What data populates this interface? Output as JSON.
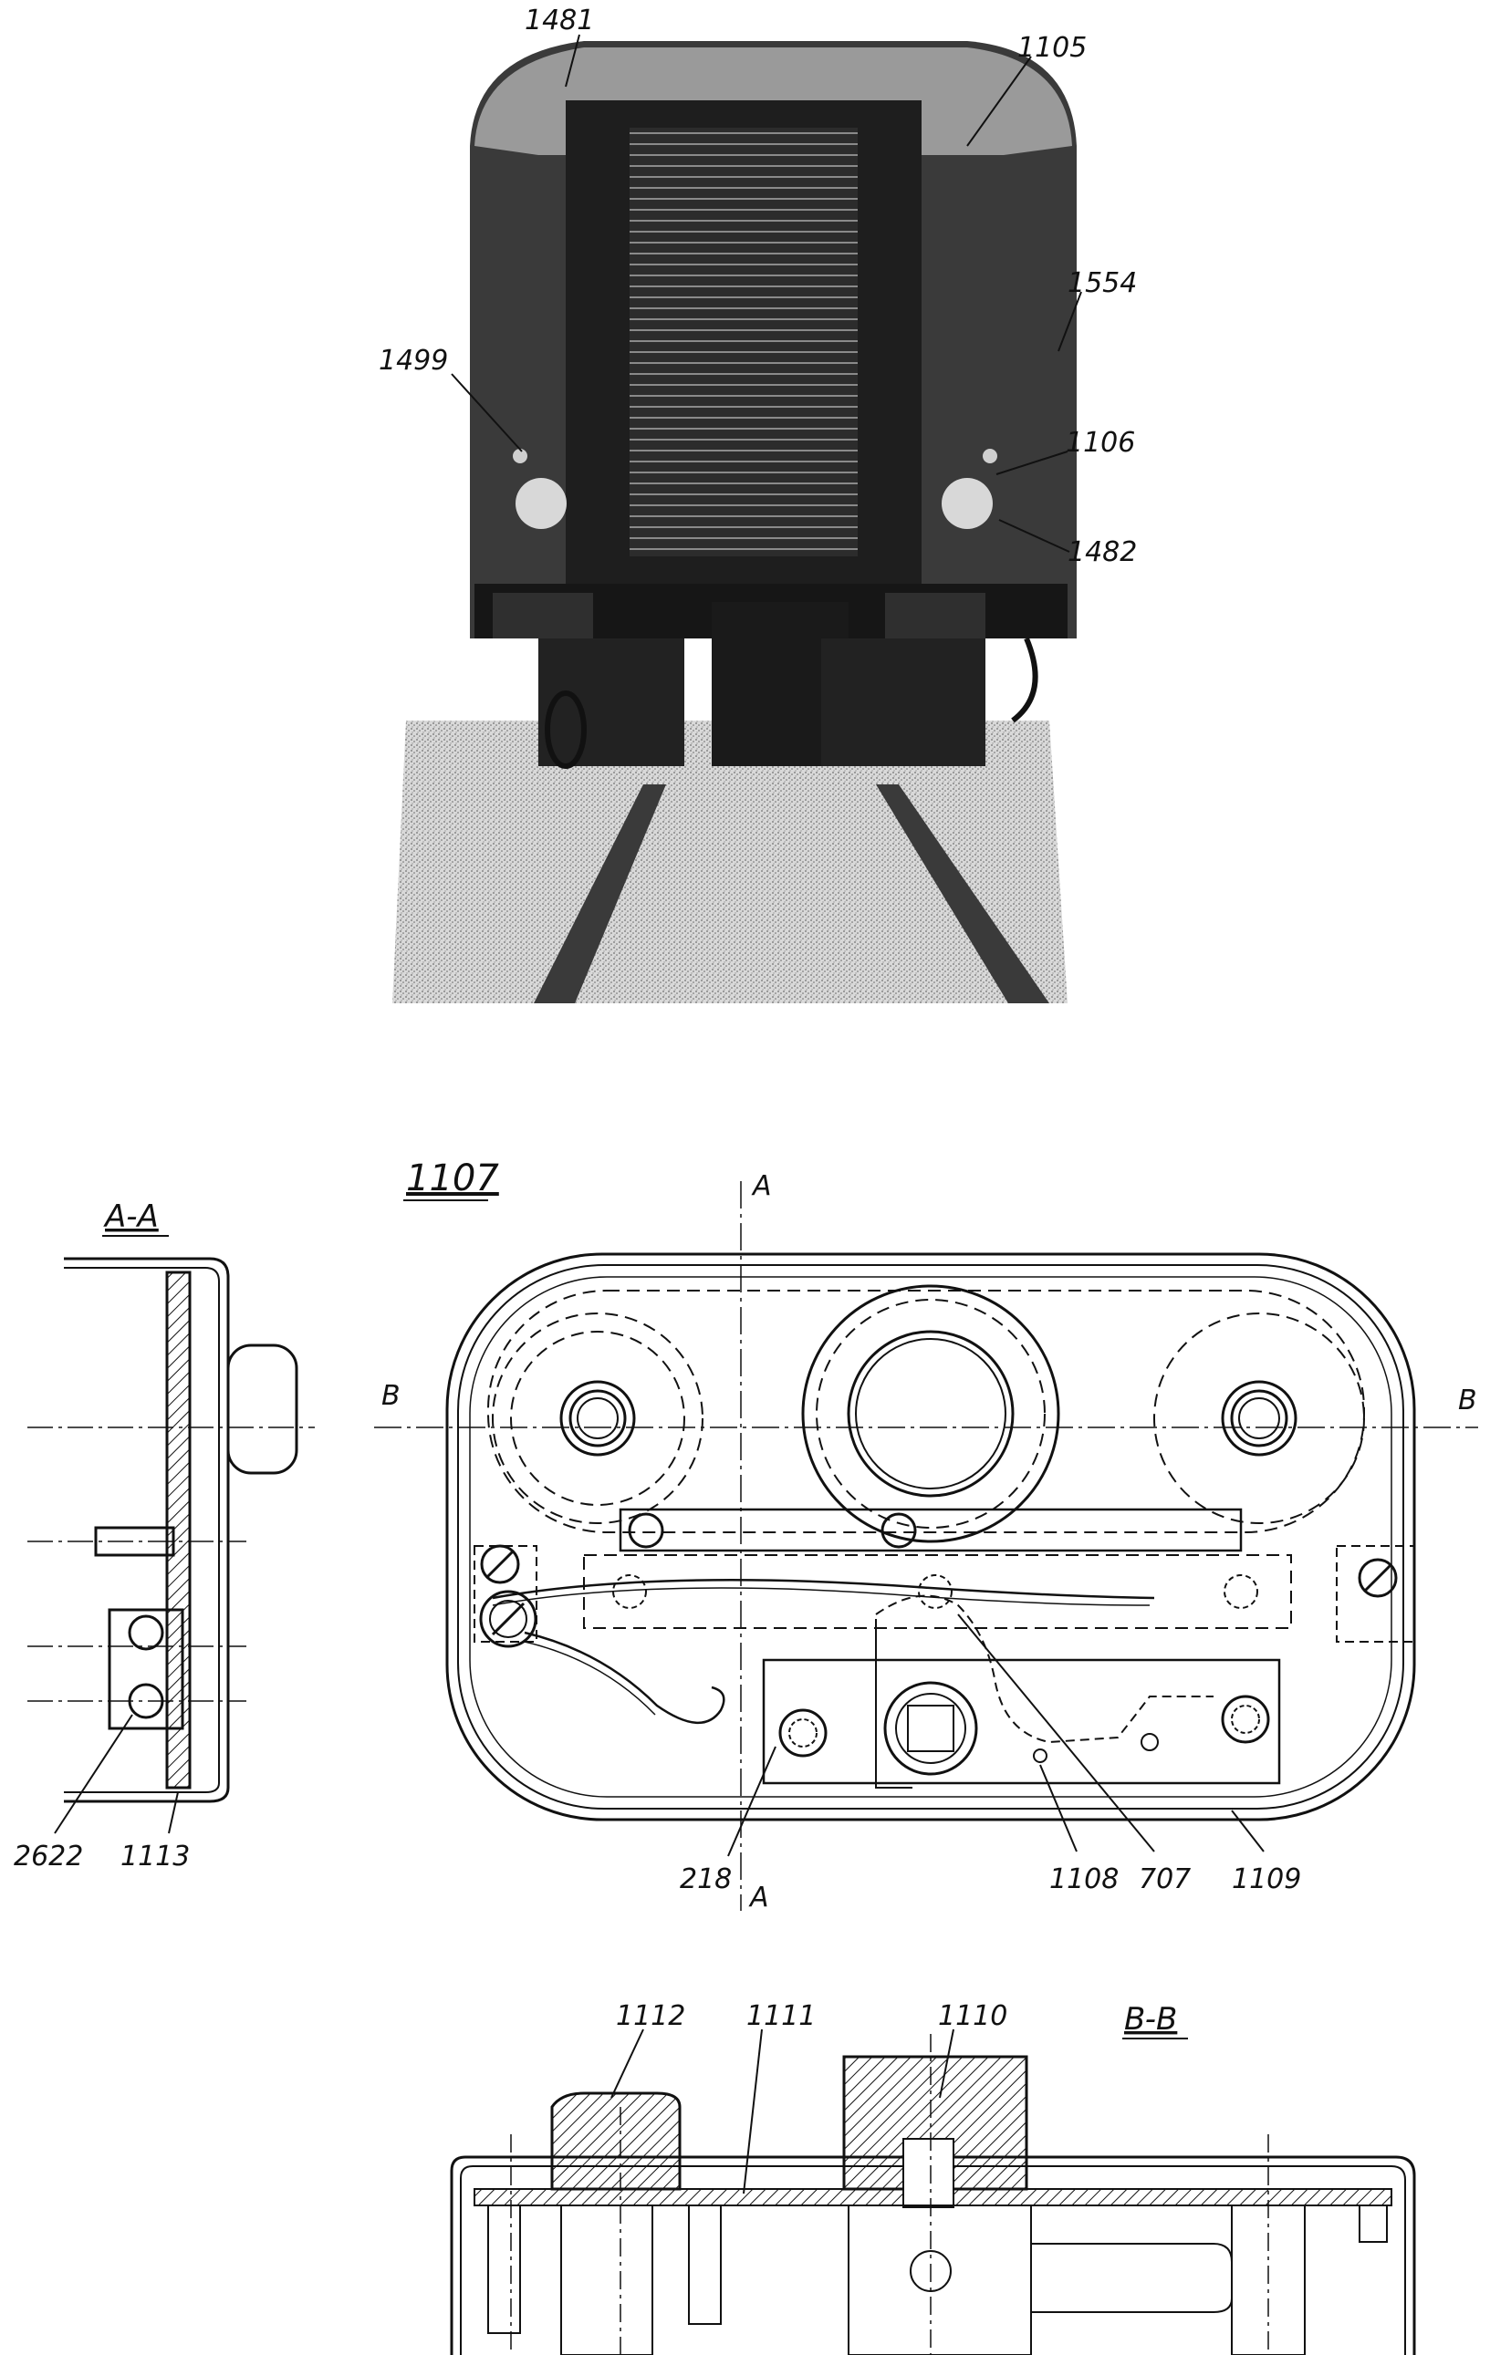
{
  "photo": {
    "callouts": {
      "c1481": "1481",
      "c1105": "1105",
      "c1554": "1554",
      "c1499": "1499",
      "c1106": "1106",
      "c1482": "1482"
    }
  },
  "section_aa": {
    "title": "A-A",
    "callouts": {
      "c2622": "2622",
      "c1113": "1113"
    }
  },
  "plan_view": {
    "title": "1107",
    "cut_marks": {
      "a_top": "A",
      "a_bottom": "A",
      "b_left": "B",
      "b_right": "B"
    },
    "callouts": {
      "c218": "218",
      "c1108": "1108",
      "c707": "707",
      "c1109": "1109"
    }
  },
  "section_bb": {
    "title": "B-B",
    "callouts": {
      "c1112": "1112",
      "c1111": "1111",
      "c1110": "1110"
    }
  },
  "colors": {
    "ink": "#111111",
    "paper": "#ffffff",
    "shade": "#2a2a2a"
  }
}
